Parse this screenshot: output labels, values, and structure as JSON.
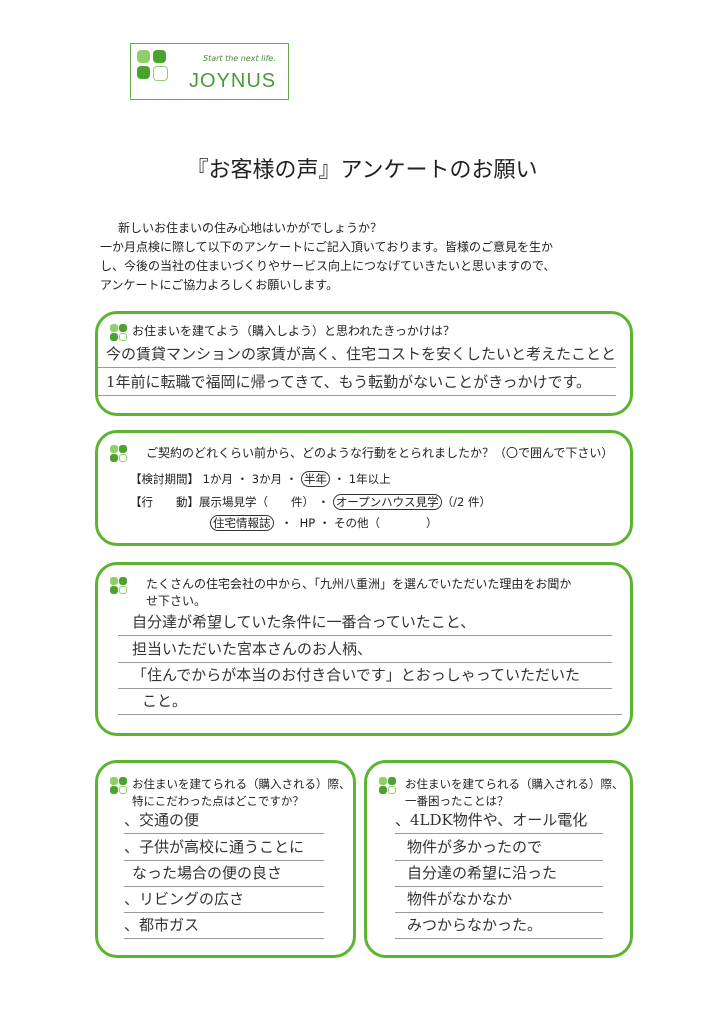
{
  "logo": {
    "tagline": "Start the next life.",
    "name": "JOYNUS"
  },
  "title": "『お客様の声』アンケートのお願い",
  "intro": [
    "新しいお住まいの住み心地はいかがでしょうか？",
    "一か月点検に際して以下のアンケートにご記入頂いております。皆様のご意見を生か",
    "し、今後の当社の住まいづくりやサービス向上につなげていきたいと思いますので、",
    "アンケートにご協力よろしくお願いします。"
  ],
  "q1": {
    "question": "お住まいを建てよう（購入しよう）と思われたきっかけは？",
    "answers": [
      "今の賃貸マンションの家賃が高く、住宅コストを安くしたいと考えたことと、",
      "1年前に転職で福岡に帰ってきて、もう転勤がないことがきっかけです。"
    ]
  },
  "q2": {
    "question": "ご契約のどれくらい前から、どのような行動をとられましたか？（〇で囲んで下さい）",
    "period_label": "【検討期間】",
    "period_options": [
      "1か月",
      "3か月",
      "半年",
      "1年以上"
    ],
    "period_selected": "半年",
    "action_label": "【行　　動】",
    "exhibit": "展示場見学（　　件）",
    "openhouse": "オープンハウス見学",
    "openhouse_count": "（/2 件）",
    "magazine": "住宅情報誌",
    "hp": "HP",
    "other": "その他（　　　　）",
    "sep": "・"
  },
  "q3": {
    "question": [
      "たくさんの住宅会社の中から、「九州八重洲」を選んでいただいた理由をお聞か",
      "せ下さい。"
    ],
    "answers": [
      "自分達が希望していた条件に一番合っていたこと、",
      "担当いただいた宮本さんのお人柄、",
      "「住んでからが本当のお付き合いです」とおっしゃっていただいた",
      "こと。"
    ]
  },
  "q4": {
    "question": [
      "お住まいを建てられる（購入される）際、",
      "特にこだわった点はどこですか？"
    ],
    "answers": [
      "、交通の便",
      "、子供が高校に通うことに",
      "なった場合の便の良さ",
      "、リビングの広さ",
      "、都市ガス"
    ]
  },
  "q5": {
    "question": [
      "お住まいを建てられる（購入される）際、",
      "一番困ったことは？"
    ],
    "answers": [
      "、4LDK物件や、オール電化",
      "物件が多かったので",
      "自分達の希望に沿った",
      "物件がなかなか",
      "みつからなかった。"
    ]
  },
  "colors": {
    "green": "#5cb531",
    "light_green": "#8fcf6a"
  }
}
